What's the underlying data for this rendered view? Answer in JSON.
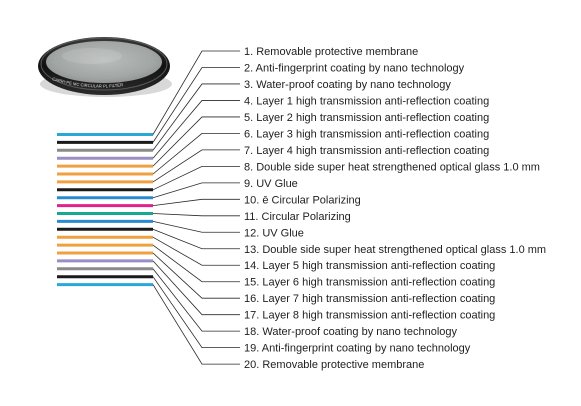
{
  "filter": {
    "ring_text": "CARRYPE  MC  CIRCULAR PL FILTER"
  },
  "labels": [
    "1. Removable protective membrane",
    "2. Anti-fingerprint coating by nano technology",
    "3. Water-proof coating by nano technology",
    "4. Layer 1 high transmission anti-reflection coating",
    "5. Layer 2 high transmission anti-reflection coating",
    "6. Layer 3 high transmission anti-reflection coating",
    "7. Layer 4 high transmission anti-reflection coating",
    "8. Double side super heat strengthened optical glass 1.0 mm",
    "9. UV Glue",
    "10.  ē Circular Polarizing",
    "11. Circular Polarizing",
    "12. UV Glue",
    "13. Double side super heat strengthened optical glass 1.0 mm",
    "14. Layer 5 high transmission anti-reflection coating",
    "15. Layer 6 high transmission anti-reflection coating",
    "16. Layer 7 high transmission anti-reflection coating",
    "17. Layer 8 high transmission anti-reflection coating",
    "18. Water-proof coating by nano technology",
    "19. Anti-fingerprint coating by nano technology",
    "20. Removable protective membrane"
  ],
  "layer_colors": [
    "#29a8d8",
    "#1a1a1a",
    "#8a8a8a",
    "#9b8ec4",
    "#f0a040",
    "#f0a040",
    "#f0a040",
    "#1a1a1a",
    "#2a8ad0",
    "#e0238a",
    "#18a890",
    "#2a8ad0",
    "#1a1a1a",
    "#f0a040",
    "#f0a040",
    "#f0a040",
    "#9b8ec4",
    "#8a8a8a",
    "#1a1a1a",
    "#29a8d8"
  ],
  "leader_color": "#2a2a2a"
}
